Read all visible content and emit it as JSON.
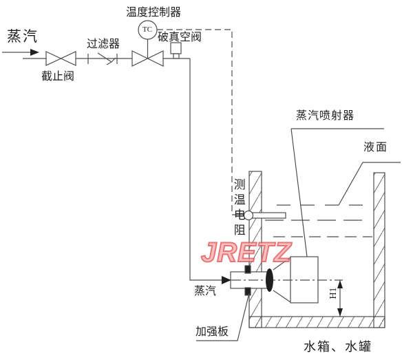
{
  "diagram": {
    "labels": {
      "steam_inlet": "蒸汽",
      "stop_valve": "截止阀",
      "filter": "过滤器",
      "temp_controller": "温度控制器",
      "tc_tag": "TC",
      "vacuum_breaker": "破真空阀",
      "steam_injector": "蒸汽喷射器",
      "liquid_level": "液面",
      "temp_sensor": "测温电阻",
      "steam_nozzle_inlet": "蒸汽",
      "reinforcing_plate": "加强板",
      "h1_dimension": "H1",
      "tank": "水箱、水罐"
    },
    "watermark": "JRETZ",
    "colors": {
      "line": "#4d4d4d",
      "hatch": "#6a6a6a",
      "text": "#1f1f1f",
      "watermark_fill": "#f6b7b7",
      "watermark_stroke": "#e25d5d"
    }
  }
}
